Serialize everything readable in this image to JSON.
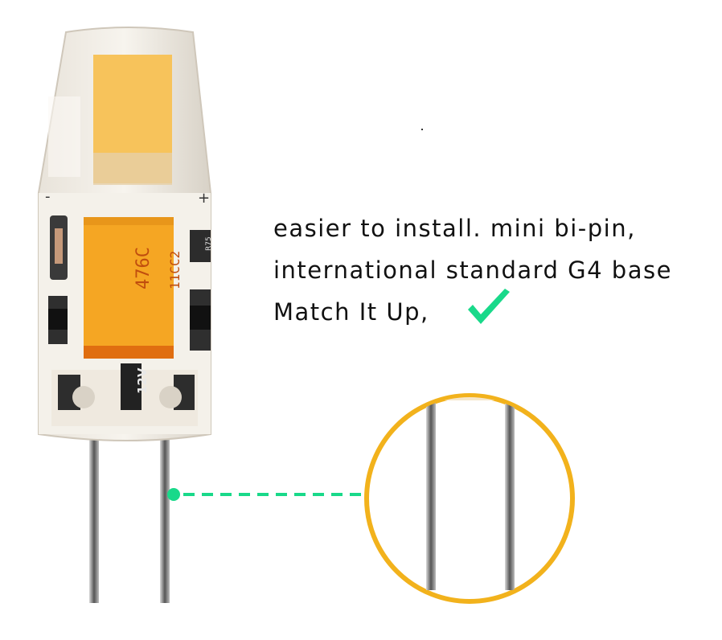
{
  "caption": {
    "line1": "easier to install. mini bi-pin,",
    "line2": "international standard G4 base",
    "line3": "Match It Up,"
  },
  "bulb": {
    "capacitor_code": "476C",
    "capacitor_batch": "11CC2",
    "voltage_label": "12V",
    "resistor_label": "R75",
    "polarity_minus": "-",
    "polarity_plus": "+"
  },
  "colors": {
    "accent": "#19d98a",
    "ring": "#f2b21c",
    "led_yellow": "#f7c35b",
    "capacitor": "#f5a623"
  },
  "icons": {
    "check": "check-icon"
  }
}
